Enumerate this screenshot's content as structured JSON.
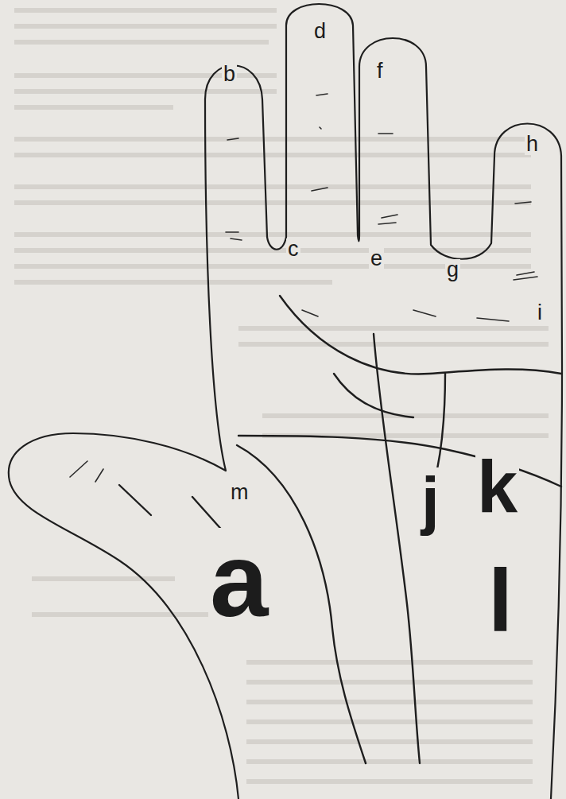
{
  "diagram": {
    "labels": [
      "b",
      "d",
      "f",
      "h",
      "c",
      "e",
      "g",
      "i",
      "j",
      "k",
      "m",
      "a",
      "l"
    ]
  }
}
